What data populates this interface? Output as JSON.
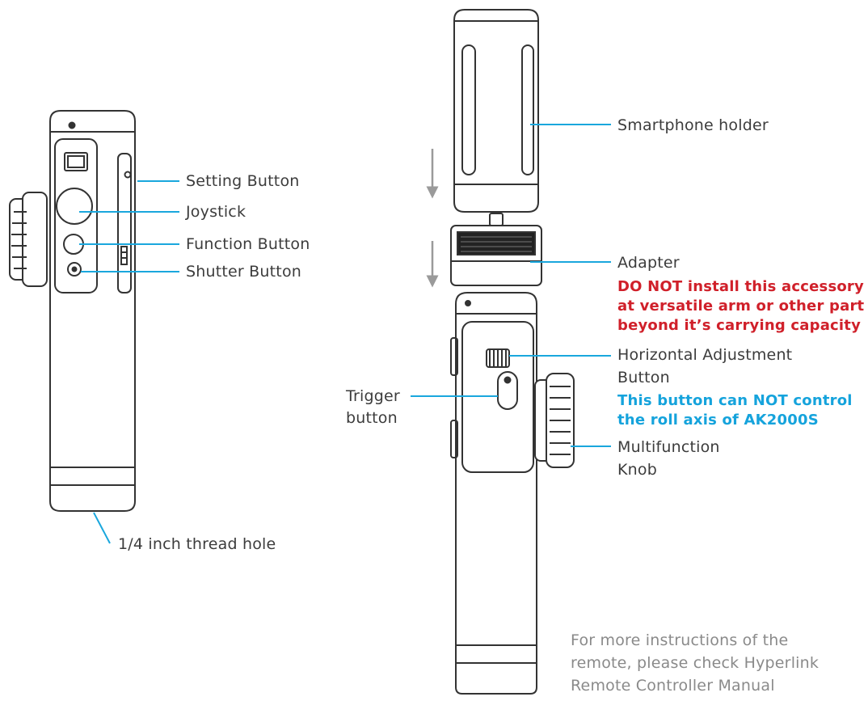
{
  "remote": {
    "setting_button": "Setting Button",
    "joystick": "Joystick",
    "function_button": "Function Button",
    "shutter_button": "Shutter Button",
    "thread_hole": "1/4 inch thread hole"
  },
  "holder": {
    "smartphone_holder": "Smartphone holder",
    "adapter": "Adapter",
    "adapter_warning": [
      "DO NOT install this accessory",
      "at versatile arm or other part",
      "beyond it’s carrying capacity"
    ],
    "horizontal_adjustment": [
      "Horizontal Adjustment",
      "Button"
    ],
    "horizontal_note": [
      "This button can NOT control",
      "the roll axis of AK2000S"
    ],
    "trigger": [
      "Trigger",
      "button"
    ],
    "multifunction_knob": [
      "Multifunction",
      "Knob"
    ]
  },
  "footer_note": [
    "For more instructions of the",
    "remote, please check Hyperlink",
    "Remote Controller Manual"
  ],
  "colors": {
    "warning": "#d0202a",
    "note": "#15a3dc",
    "leader_line": "#1aa7dd",
    "outline": "#333333"
  }
}
